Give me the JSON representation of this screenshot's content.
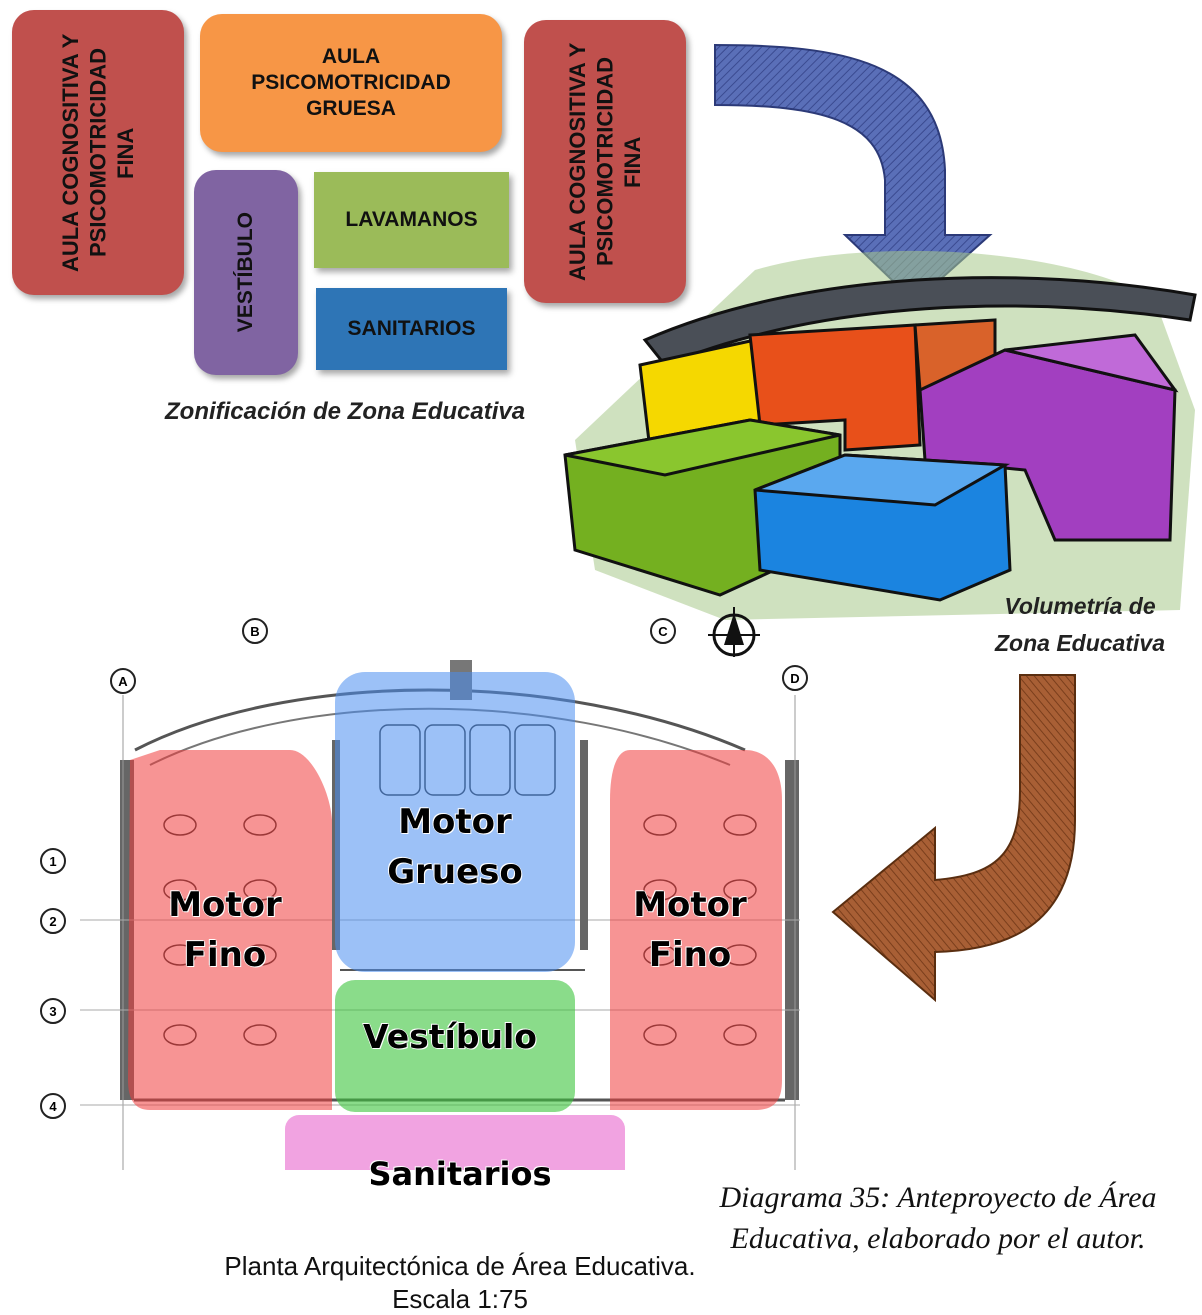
{
  "zoning": {
    "aula_left": "AULA COGNOSITIVA Y PSICOMOTRICIDAD FINA",
    "aula_gruesa": "AULA PSICOMOTRICIDAD GRUESA",
    "lavamanos": "LAVAMANOS",
    "vestibulo": "VESTÍBULO",
    "sanitarios": "SANITARIOS",
    "aula_right": "AULA COGNOSITIVA Y PSICOMOTRICIDAD FINA",
    "caption": "Zonificación de Zona Educativa"
  },
  "volumetry": {
    "caption_line1": "Volumetría de",
    "caption_line2": "Zona Educativa"
  },
  "floorplan": {
    "motor_grueso_1": "Motor",
    "motor_grueso_2": "Grueso",
    "motor_fino_left_1": "Motor",
    "motor_fino_left_2": "Fino",
    "motor_fino_right_1": "Motor",
    "motor_fino_right_2": "Fino",
    "vestibulo": "Vestíbulo",
    "sanitarios": "Sanitarios",
    "grid_cols": [
      "A",
      "B",
      "C",
      "D"
    ],
    "grid_rows": [
      "1",
      "2",
      "3",
      "4"
    ],
    "caption_line1": "Planta Arquitectónica de Área Educativa.",
    "caption_line2": "Escala 1:75"
  },
  "diagram_caption": {
    "line1": "Diagrama 35: Anteproyecto de Área",
    "line2": "Educativa, elaborado por el autor."
  },
  "colors": {
    "red_zone": "#c0504d",
    "orange_zone": "#f79646",
    "purple_zone": "#8064a2",
    "green_zone": "#9bbb59",
    "blue_zone": "#2e75b6",
    "arrow_blue": "#4a5fa8",
    "arrow_brown": "#a0522d"
  }
}
